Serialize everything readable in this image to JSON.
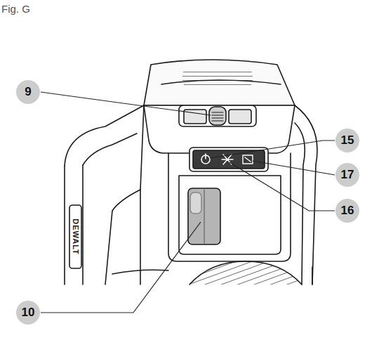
{
  "diagram": {
    "title": "Fig. G",
    "labels": [
      "9",
      "15",
      "17",
      "16",
      "10",
      "DEWALT"
    ]
  }
}
